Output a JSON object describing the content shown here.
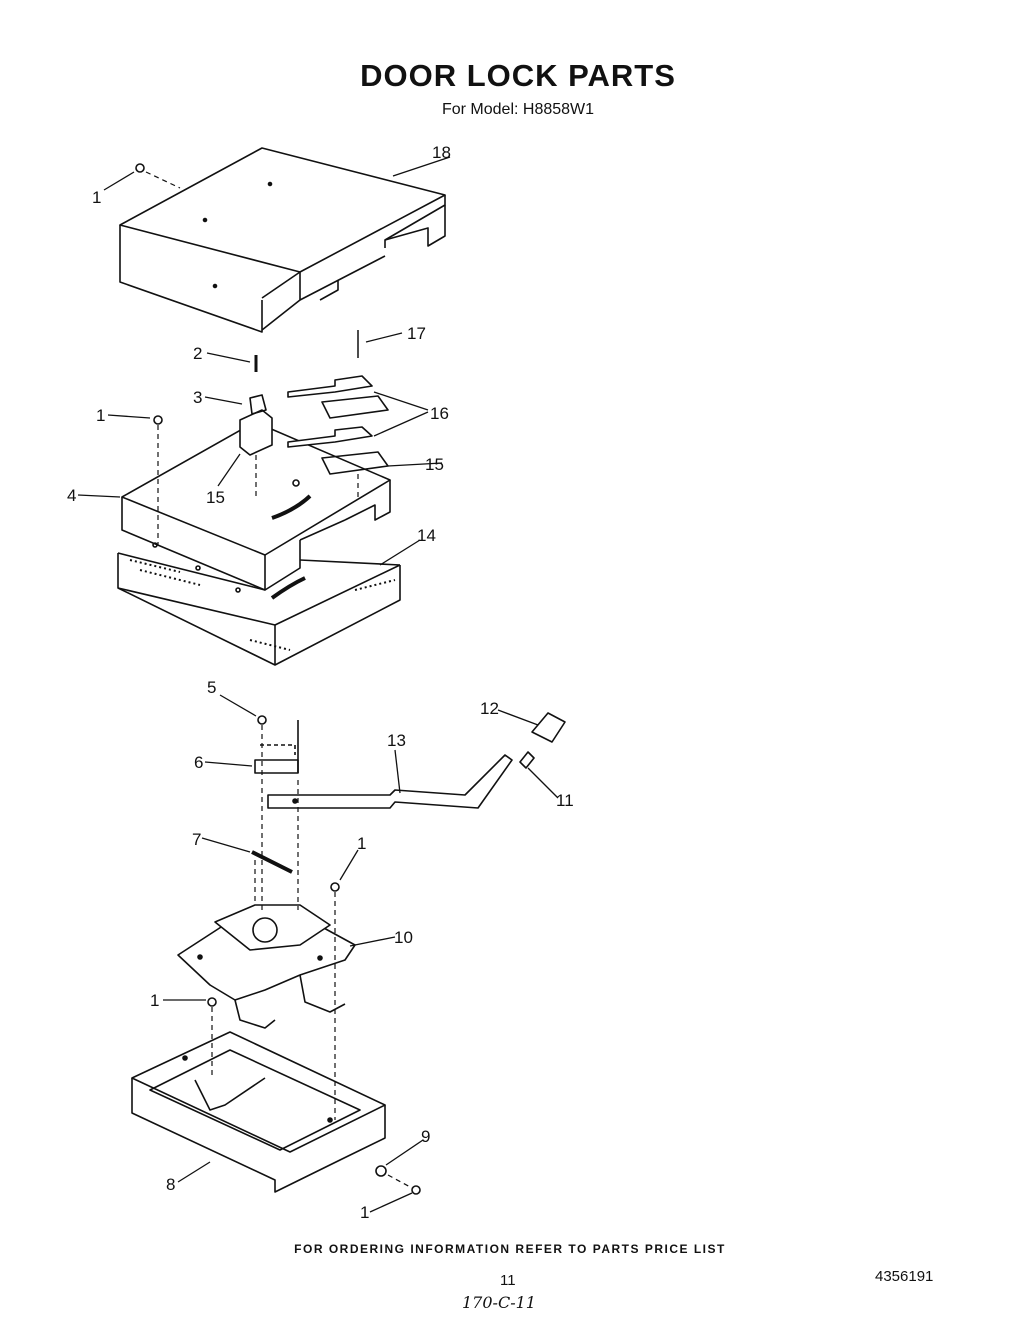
{
  "header": {
    "title": "DOOR LOCK PARTS",
    "subtitle": "For Model: H8858W1"
  },
  "callouts": {
    "c1a": "1",
    "c18": "18",
    "c17": "17",
    "c2": "2",
    "c3": "3",
    "c1b": "1",
    "c16": "16",
    "c15a": "15",
    "c15b": "15",
    "c4": "4",
    "c14": "14",
    "c5": "5",
    "c12": "12",
    "c13": "13",
    "c6": "6",
    "c11": "11",
    "c7": "7",
    "c1c": "1",
    "c10": "10",
    "c1d": "1",
    "c9": "9",
    "c8": "8",
    "c1e": "1"
  },
  "footer": {
    "note": "FOR ORDERING INFORMATION REFER TO PARTS PRICE LIST",
    "page": "11",
    "doc_number": "4356191",
    "handwritten": "170-C-11"
  }
}
